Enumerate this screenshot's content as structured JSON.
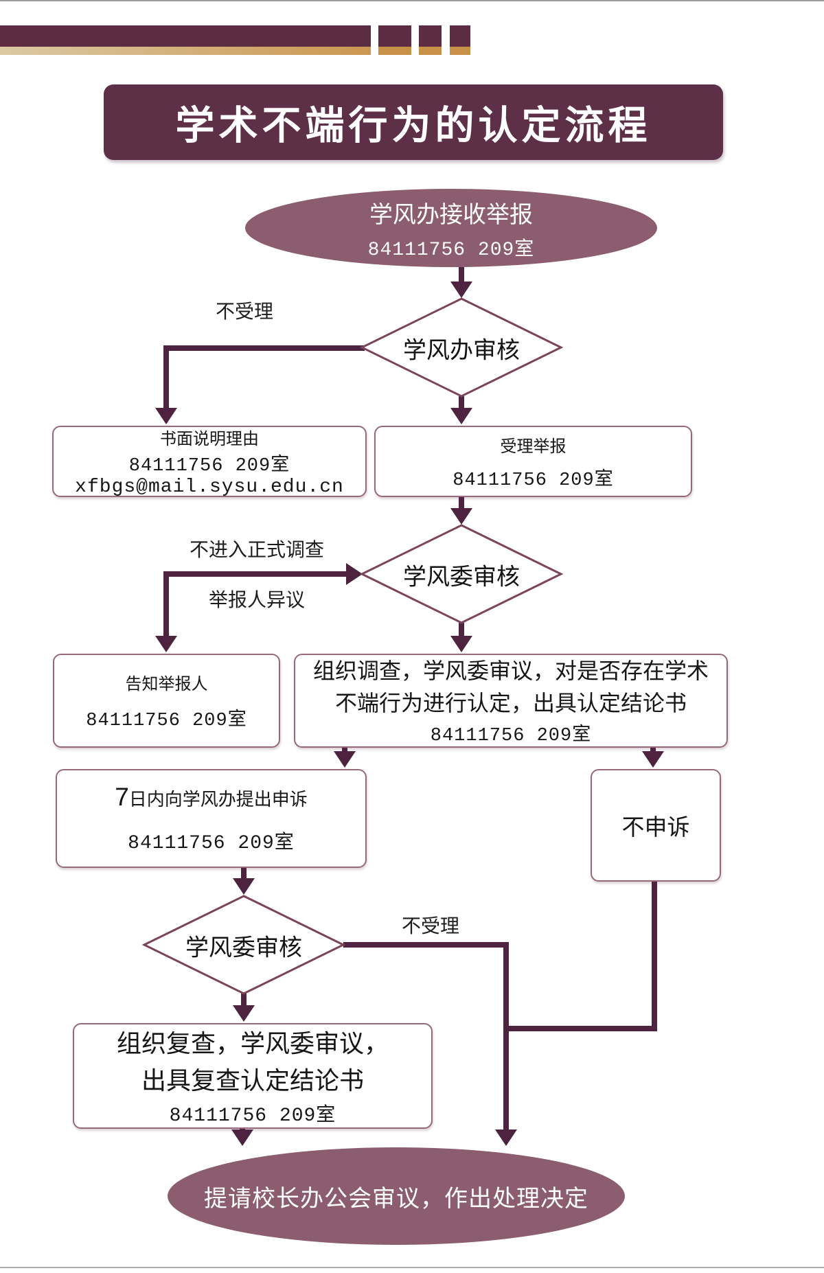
{
  "title": "学术不端行为的认定流程",
  "colors": {
    "header_maroon": "#5c2c42",
    "header_gold": "#cb9750",
    "banner_bg": "#5e3048",
    "ellipse_fill": "#8b5d6f",
    "connector": "#4e2340",
    "box_border": "#97687b",
    "diamond_border": "#7b4459"
  },
  "flow": {
    "start": {
      "line1": "学风办接收举报",
      "line2": "84111756 209室"
    },
    "d1": {
      "label": "学风办审核"
    },
    "box_reason": {
      "line1": "书面说明理由",
      "line2": "84111756 209室",
      "line3": "xfbgs@mail.sysu.edu.cn"
    },
    "box_accept": {
      "line1": "受理举报",
      "line2": "84111756 209室"
    },
    "d2": {
      "label": "学风委审核"
    },
    "box_notify": {
      "line1": "告知举报人",
      "line2": "84111756 209室"
    },
    "box_invest": {
      "line1": "组织调查，学风委审议，对是否存在学术",
      "line2": "不端行为进行认定，出具认定结论书",
      "line3": "84111756 209室"
    },
    "box_appeal": {
      "num": "7",
      "line1": "日内向学风办提出申诉",
      "line2": "84111756 209室"
    },
    "box_noappeal": {
      "label": "不申诉"
    },
    "d3": {
      "label": "学风委审核"
    },
    "box_recheck": {
      "line1": "组织复查，学风委审议，",
      "line2": "出具复查认定结论书",
      "line3": "84111756 209室"
    },
    "end": {
      "label": "提请校长办公会审议，作出处理决定"
    },
    "edge_labels": {
      "reject1": "不受理",
      "no_formal": "不进入正式调查",
      "objection": "举报人异议",
      "reject2": "不受理"
    }
  }
}
